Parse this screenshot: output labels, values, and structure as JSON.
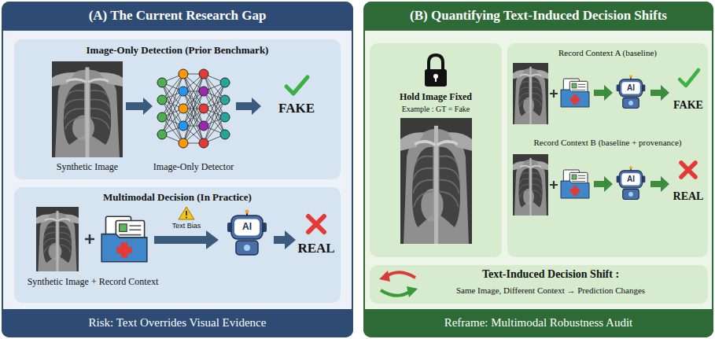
{
  "diagram": {
    "nodes": [
      {
        "text": [
          "(A) The Current Research Gap"
        ]
      },
      {
        "text": [
          "Image-Only Detection (Prior Benchmark)"
        ],
        "in": 0
      },
      {
        "text": [
          "Multimodal Decision (In Practice)"
        ],
        "in": 0
      },
      {
        "text": [
          "Risk: Text Overrides Visual Evidence"
        ],
        "in": 0
      },
      {
        "text": [
          "(B) Quantifying Text-Induced Decision Shifts"
        ]
      },
      {
        "text": [
          "Hold Image Fixed",
          "Example : GT = Fake"
        ],
        "in": 4
      },
      {
        "text": [
          "Record Context A (baseline)",
          "Record Context B (baseline + provenance)"
        ],
        "in": 4
      },
      {
        "text": [
          "Text-Induced Decision Shift :",
          "Same Image, Different Context → Prediction Changes"
        ],
        "in": 4
      },
      {
        "text": [
          "Reframe: Multimodal Robustness Audit"
        ],
        "in": 4
      }
    ],
    "labels": [
      "Synthetic Image",
      "Image-Only Detector",
      "FAKE",
      "Text Bias",
      "AI",
      "REAL",
      "Synthetic Image + Record Context",
      "AI",
      "FAKE",
      "AI",
      "REAL"
    ]
  }
}
